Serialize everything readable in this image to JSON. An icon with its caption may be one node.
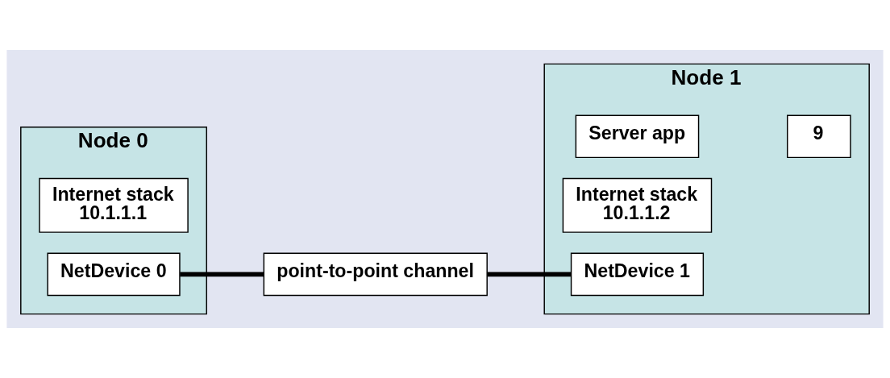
{
  "diagram": {
    "nodes": [
      {
        "text": [
          "Node 0"
        ]
      },
      {
        "text": [
          "Internet stack",
          "10.1.1.1"
        ],
        "in": 0
      },
      {
        "text": [
          "NetDevice 0"
        ],
        "in": 0
      },
      {
        "text": [
          "point-to-point channel"
        ]
      },
      {
        "text": [
          "Node 1"
        ]
      },
      {
        "text": [
          "Server app"
        ],
        "in": 4
      },
      {
        "text": [
          "9"
        ],
        "in": 4
      },
      {
        "text": [
          "Internet stack",
          "10.1.1.2"
        ],
        "in": 4
      },
      {
        "text": [
          "NetDevice 1"
        ],
        "in": 4
      }
    ],
    "edges": [
      {
        "from": 2,
        "to": 3,
        "arrow": "none"
      },
      {
        "from": 3,
        "to": 8,
        "arrow": "none"
      }
    ]
  }
}
